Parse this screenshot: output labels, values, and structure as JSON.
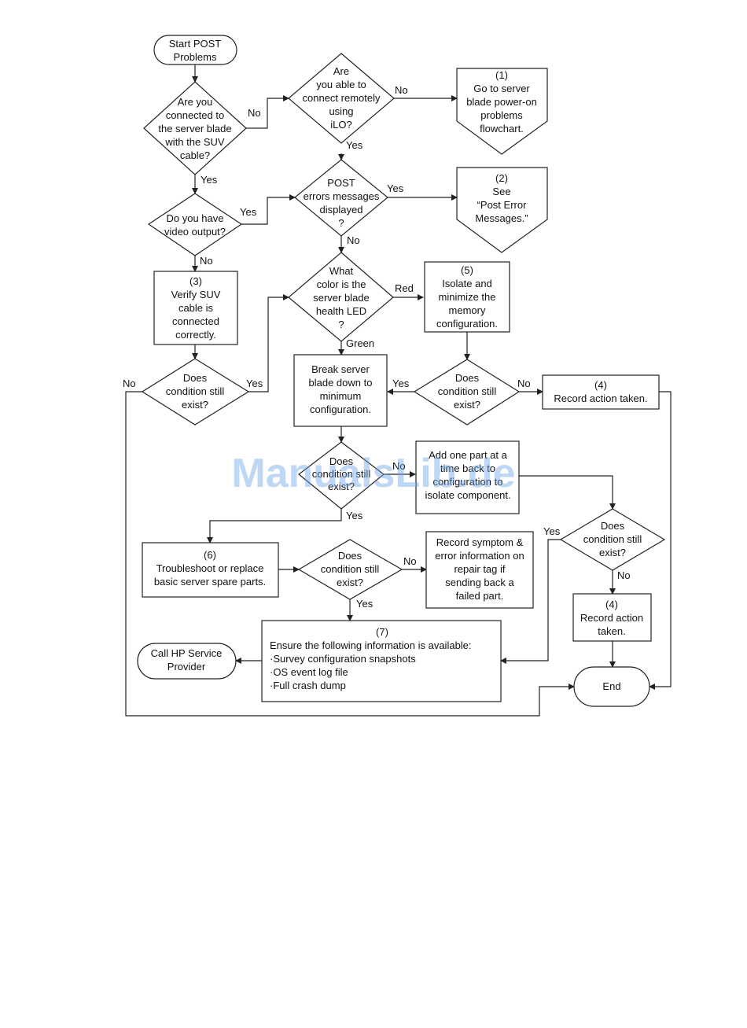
{
  "nodes": {
    "start": [
      "Start POST",
      "Problems"
    ],
    "q_suv": [
      "Are you",
      "connected to",
      "the server blade",
      "with the SUV",
      "cable?"
    ],
    "q_ilo": [
      "Are",
      "you able to",
      "connect remotely",
      "using",
      "iLO?"
    ],
    "r1": [
      "(1)",
      "Go to server",
      "blade power-on",
      "problems",
      "flowchart."
    ],
    "q_video": [
      "Do you have",
      "video output?"
    ],
    "q_post": [
      "POST",
      "errors messages",
      "displayed",
      "?"
    ],
    "r2": [
      "(2)",
      "See",
      "“Post Error",
      "Messages.”"
    ],
    "b3": [
      "(3)",
      "Verify SUV",
      "cable is",
      "connected",
      "correctly."
    ],
    "q_led": [
      "What",
      "color is the",
      "server blade",
      "health LED",
      "?"
    ],
    "b5": [
      "(5)",
      "Isolate and",
      "minimize the",
      "memory",
      "configuration."
    ],
    "q_cond1": [
      "Does",
      "condition still",
      "exist?"
    ],
    "b_break": [
      "Break server",
      "blade down to",
      "minimum",
      "configuration."
    ],
    "q_cond2": [
      "Does",
      "condition still",
      "exist?"
    ],
    "b4a": [
      "(4)",
      "Record action taken."
    ],
    "q_cond3": [
      "Does",
      "condition still",
      "exist?"
    ],
    "b_add": [
      "Add one part at a",
      "time back to",
      "configuration to",
      "isolate component."
    ],
    "q_cond4": [
      "Does",
      "condition still",
      "exist?"
    ],
    "b6": [
      "(6)",
      "Troubleshoot or replace",
      "basic server spare parts."
    ],
    "q_cond5": [
      "Does",
      "condition still",
      "exist?"
    ],
    "b_record": [
      "Record symptom &",
      "error information on",
      "repair tag if",
      "sending back a",
      "failed part."
    ],
    "b4b": [
      "(4)",
      "Record action",
      "taken."
    ],
    "b7_title": "(7)",
    "b7": [
      "Ensure the following information is available:",
      "·Survey configuration snapshots",
      "·OS event log file",
      "·Full crash dump"
    ],
    "call": [
      "Call HP Service",
      "Provider"
    ],
    "end": [
      "End"
    ]
  },
  "edge_labels": {
    "yes": "Yes",
    "no": "No",
    "red": "Red",
    "green": "Green"
  },
  "watermark": "ManualsLib.de"
}
